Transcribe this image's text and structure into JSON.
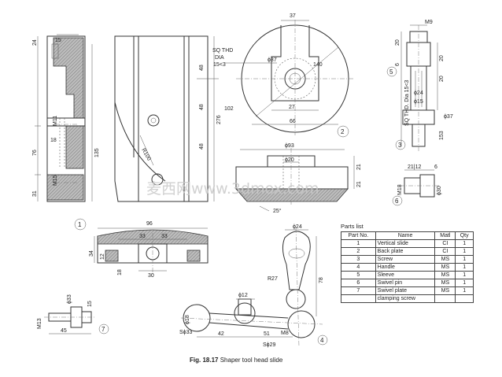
{
  "caption": {
    "figure": "Fig. 18.17",
    "title": "Shaper tool head slide"
  },
  "watermark": "麦西网www.3dmox.com",
  "parts_list": {
    "title": "Parts list",
    "headers": [
      "Part No.",
      "Name",
      "Matl",
      "Qty"
    ],
    "rows": [
      {
        "no": "1",
        "name": "Vertical slide",
        "matl": "CI",
        "qty": "1"
      },
      {
        "no": "2",
        "name": "Back plate",
        "matl": "CI",
        "qty": "1"
      },
      {
        "no": "3",
        "name": "Screw",
        "matl": "MS",
        "qty": "1"
      },
      {
        "no": "4",
        "name": "Handle",
        "matl": "MS",
        "qty": "1"
      },
      {
        "no": "5",
        "name": "Sleeve",
        "matl": "MS",
        "qty": "1"
      },
      {
        "no": "6",
        "name": "Swivel pin",
        "matl": "MS",
        "qty": "1"
      },
      {
        "no": "7",
        "name": "Swivel plate",
        "matl": "MS",
        "qty": "1"
      }
    ],
    "row7_extra": "clamping screw"
  },
  "callouts": [
    "1",
    "2",
    "3",
    "4",
    "5",
    "6",
    "7"
  ],
  "dimensions": {
    "d24": "24",
    "d15": "15",
    "dM11": "M11",
    "d18": "18",
    "d76": "76",
    "d135": "135",
    "d31": "31",
    "dM15": "M15",
    "dR100": "R100",
    "d48": "48",
    "d276": "276",
    "d37": "37",
    "sqthd": "SQ THD",
    "dia": "DIA",
    "d15x3": "15<3",
    "dphi37": "ϕ37",
    "d140": "140",
    "d27": "27",
    "d66": "66",
    "d102": "102",
    "dphi93": "ϕ93",
    "dphi20": "ϕ20",
    "d21": "21",
    "d25deg": "25°",
    "dM9": "M9",
    "d20": "20",
    "d6": "6",
    "dphi24": "ϕ24",
    "dphi15": "ϕ15",
    "sqthd_dia": "SQ THD. Dia 15<3",
    "d153": "153",
    "d21_12": "21|12",
    "dM18": "M18",
    "dphi30": "ϕ30",
    "d96": "96",
    "d33": "33",
    "d30": "30",
    "d34": "34",
    "d12": "12",
    "dphi24h": "ϕ24",
    "dR27": "R27",
    "d78": "78",
    "dphi12": "ϕ12",
    "dS33": "Sϕ33",
    "d42": "42",
    "d51": "51",
    "dS29": "Sϕ29",
    "dM8": "M8",
    "dphi18": "ϕ18",
    "dphi33": "ϕ33",
    "d45": "45",
    "dM13": "M13"
  }
}
